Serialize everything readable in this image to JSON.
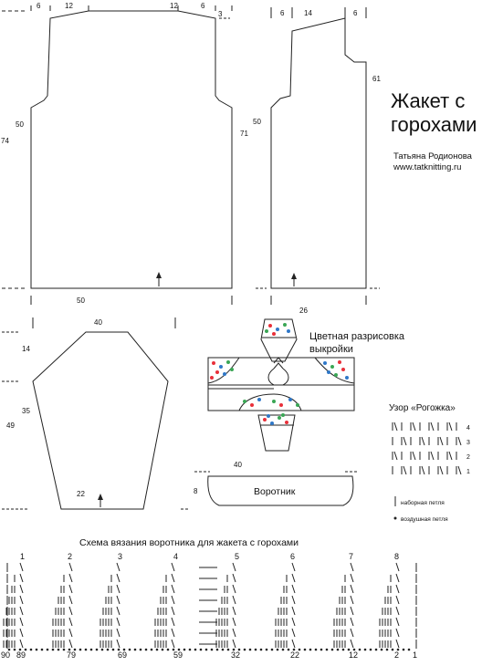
{
  "title": "Жакет с горохами",
  "author": "Татьяна Родионова",
  "website": "www.tatknitting.ru",
  "back": {
    "top_left": "6",
    "neck_left": "12",
    "neck_right": "12",
    "top_right": "6",
    "top_drop": "3",
    "armhole_height": "50",
    "total_height": "74",
    "width": "50"
  },
  "front": {
    "left_edge": "6",
    "shoulder": "14",
    "right_edge": "6",
    "armhole_drop": "61",
    "armhole_height": "50",
    "total_height": "71",
    "width": "26"
  },
  "sleeve": {
    "top": "40",
    "cap_height": "14",
    "side_height": "35",
    "total_height": "49",
    "bottom": "22"
  },
  "color_scheme_label": "Цветная разрисовка выкройки",
  "collar": {
    "label": "Воротник",
    "width": "40",
    "height": "8"
  },
  "pattern": {
    "title": "Узор «Рогожка»",
    "rows": [
      "4",
      "3",
      "2",
      "1"
    ],
    "legend_cast_on": "наборная петля",
    "legend_yarn_over": "воздушная петля"
  },
  "chart": {
    "title": "Схема вязания воротника для жакета с горохами",
    "top_numbers": [
      "1",
      "2",
      "3",
      "4",
      "5",
      "6",
      "7",
      "8"
    ],
    "bottom_numbers": [
      "90",
      "89",
      "79",
      "69",
      "59",
      "32",
      "22",
      "12",
      "2",
      "1"
    ]
  },
  "colors": {
    "dots": [
      "#e8303a",
      "#2f78c8",
      "#3aa655"
    ],
    "line": "#222222"
  }
}
